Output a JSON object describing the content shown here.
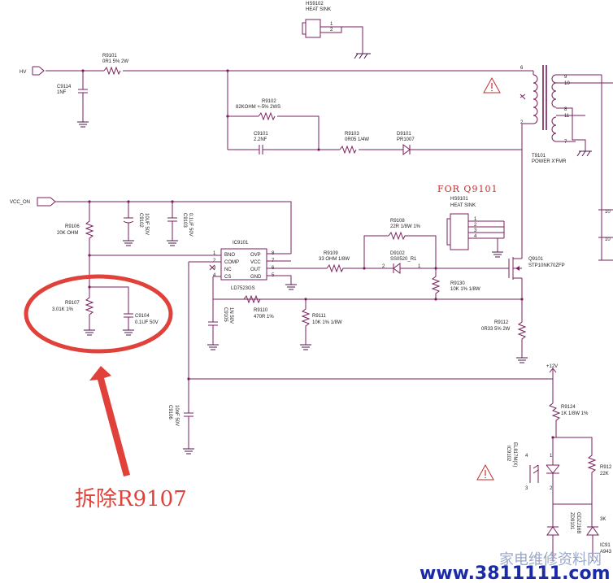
{
  "diagram": {
    "labels": {
      "hs9102_ref": "HS9102",
      "hs9102_val": "HEAT SINK",
      "hs9102_p1": "1",
      "hs9102_p2": "2",
      "hv": "HV",
      "r9101_ref": "R9101",
      "r9101_val": "0R1 5% 2W",
      "c9114_ref": "C9114",
      "c9114_val": "1NF",
      "r9102_ref": "R9102",
      "r9102_val": "82KOHM +-5% 2WS",
      "c9101_ref": "C9101",
      "c9101_val": "2.2NF",
      "r9103_ref": "R9103",
      "r9103_val": "0R05 1/4W",
      "d9101_ref": "D9101",
      "d9101_val": "PR1007",
      "t_p6": "6",
      "t_p9": "9",
      "t_p10": "10",
      "t_p8": "8",
      "t_p11": "11",
      "t_p2": "2",
      "t_p7": "7",
      "t9101_ref": "T9101",
      "t9101_val": "POWER X'FMR",
      "for_q9101": "FOR Q9101",
      "hs9101_ref": "HS9101",
      "hs9101_val": "HEAT SINK",
      "hs9101_p1": "1",
      "hs9101_p2": "2",
      "hs9101_p3": "3",
      "hs9101_p4": "4",
      "vcc_on": "VCC_ON",
      "r9106_ref": "R9106",
      "r9106_val": "20K OHM",
      "c9102_ref": "C9102",
      "c9102_val": "10UF 50V",
      "c9103_ref": "C9103",
      "c9103_val": "0.1UF 50V",
      "ic9101_ref": "IC9101",
      "ic_bno": "BNO",
      "ic_comp": "COMP",
      "ic_nc": "NC",
      "ic_cs": "CS",
      "ic_ovp": "OVP",
      "ic_vcc": "VCC",
      "ic_out": "OUT",
      "ic_gnd": "GND",
      "ic_p1": "1",
      "ic_p2": "2",
      "ic_p3": "3",
      "ic_p4": "4",
      "ic_p5": "5",
      "ic_p6": "6",
      "ic_p7": "7",
      "ic_p8": "8",
      "ic9101_val": "LD7523GS",
      "r9108_ref": "R9108",
      "r9108_val": "22R 1/8W 1%",
      "r9109_ref": "R9109",
      "r9109_val": "33 OHM 1/8W",
      "d9102_ref": "D9102",
      "d9102_val": "SS0520_R1",
      "d9102_p2": "2",
      "d9102_p1": "1",
      "q9101_ref": "Q9101",
      "q9101_val": "STP10NK70ZFP",
      "r9130_ref": "R9130",
      "r9130_val": "10K 1% 1/8W",
      "r9107_ref": "R9107",
      "r9107_val": "3.01K 1%",
      "c9104_ref": "C9104",
      "c9104_val": "0.1UF 50V",
      "c9105_ref": "C9105",
      "c9105_val": "1N 50V",
      "r9110_ref": "R9110",
      "r9110_val": "470R 1%",
      "r9111_ref": "R9111",
      "r9111_val": "10K 1% 1/8W",
      "r9112_ref": "R9112",
      "r9112_val": "0R33 5% 2W",
      "c9106_ref": "C9106",
      "c9106_val": "10nF 50V",
      "plus12v": "+12V",
      "r9124_ref": "R9124",
      "r9124_val": "1K 1/8W 1%",
      "ic9102_ref": "IC9102",
      "ic9102_val": "EL817M(X)",
      "r912x_ref": "R912",
      "r912x_val": "22K",
      "zd9101_ref": "ZD9101",
      "zd9101_val": "GDZJ16B",
      "ic91x_ref": "IC91",
      "ic91x_val": "A943",
      "cut_3k": "3K",
      "opto_p4": "4",
      "opto_p3": "3",
      "opto_p1": "1",
      "opto_p2": "2",
      "right_10a": "10",
      "right_10b": "10"
    },
    "annotation": "拆除R9107",
    "footer_url": "www.3811111.com",
    "watermark": "家电维修资料网",
    "colors": {
      "wire": "#7a1f5c",
      "annotation_red": "#e0413a",
      "url_blue": "#1a2aa8"
    }
  }
}
